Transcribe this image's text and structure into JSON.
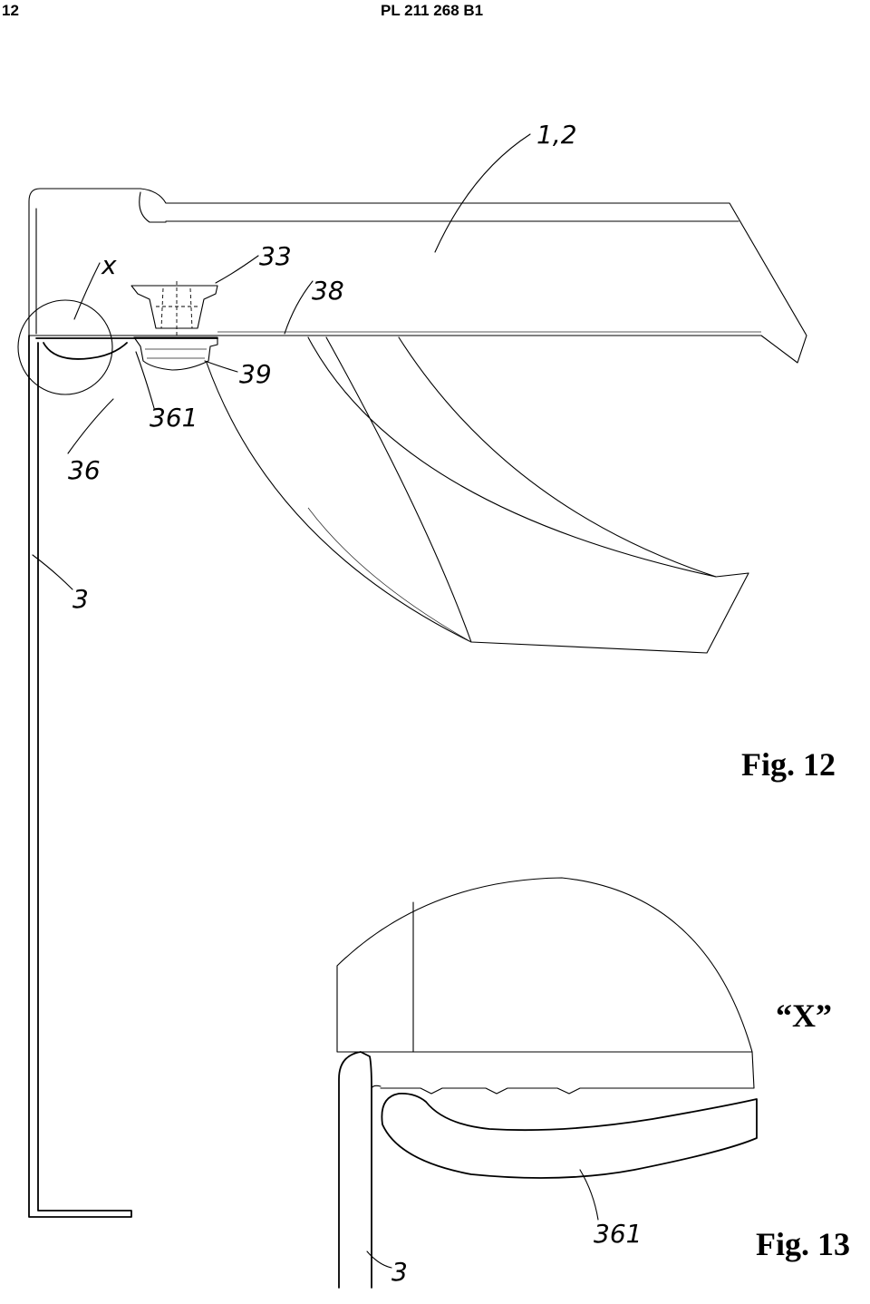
{
  "header": {
    "page_number": "12",
    "document_id": "PL 211 268 B1"
  },
  "figure_12": {
    "caption": "Fig. 12",
    "labels": {
      "ref_12": "1,2",
      "ref_x": "x",
      "ref_33": "33",
      "ref_38": "38",
      "ref_39": "39",
      "ref_361": "361",
      "ref_36": "36",
      "ref_3": "3"
    }
  },
  "figure_13": {
    "caption": "Fig. 13",
    "detail_label": "“X”",
    "labels": {
      "ref_361": "361",
      "ref_3": "3"
    }
  }
}
